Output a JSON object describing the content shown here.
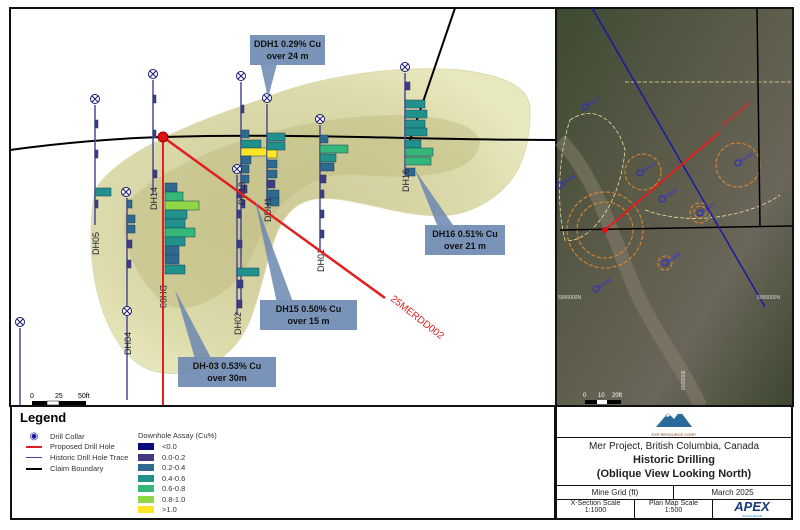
{
  "section": {
    "holes": [
      "DH05",
      "DH14",
      "DH13",
      "DDH1",
      "DH01",
      "DH16",
      "DH02",
      "DH04",
      "DH03"
    ],
    "proposed_hole": "25MERDD002",
    "callouts": [
      {
        "line1": "DDH1 0.29% Cu",
        "line2": "over 24 m"
      },
      {
        "line1": "DH16 0.51% Cu",
        "line2": "over 21 m"
      },
      {
        "line1": "DH15 0.50% Cu",
        "line2": "over 15 m"
      },
      {
        "line1": "DH-03 0.53% Cu",
        "line2": "over 30m"
      }
    ],
    "scale": {
      "t0": "0",
      "t1": "25",
      "t2": "50ft"
    }
  },
  "plan_map": {
    "holes": [
      "DH14",
      "DH13",
      "DH05",
      "DDH1",
      "DH01",
      "DH16",
      "DH02",
      "DH04"
    ],
    "proposed_hole": "25MERDD002",
    "grid_north": "5996000N",
    "grid_north2": "5996000N",
    "grid_east": "602600E",
    "scale": {
      "t0": "0",
      "t1": "10",
      "t2": "20ft"
    }
  },
  "legend": {
    "title": "Legend",
    "items": [
      "Drill Collar",
      "Proposed Drill Hole",
      "Historic Drill Hole Trace",
      "Claim Boundary"
    ],
    "assay_title": "Downhole Assay (Cu%)",
    "assay": [
      {
        "label": "<0.0",
        "color": "#0a0a7a"
      },
      {
        "label": "0.0-0.2",
        "color": "#433a86"
      },
      {
        "label": "0.2-0.4",
        "color": "#2f6a8e"
      },
      {
        "label": "0.4-0.6",
        "color": "#21918c"
      },
      {
        "label": "0.6-0.8",
        "color": "#35b779"
      },
      {
        "label": "0.8-1.0",
        "color": "#8fd744"
      },
      {
        "label": ">1.0",
        "color": "#fde725"
      }
    ]
  },
  "title_block": {
    "company": "EXP RESOURCE CORP.",
    "project": "Mer Project, British Columbia, Canada",
    "title": "Historic Drilling",
    "subtitle": "(Oblique View Looking North)",
    "grid": "Mine Grid (ft)",
    "date": "March 2025",
    "xsec_label": "X-Section Scale",
    "xsec_value": "1:1000",
    "plan_label": "Plan Map Scale",
    "plan_value": "1:500",
    "consultant": "APEX",
    "consultant_sub": "GEOSCIENCE"
  }
}
